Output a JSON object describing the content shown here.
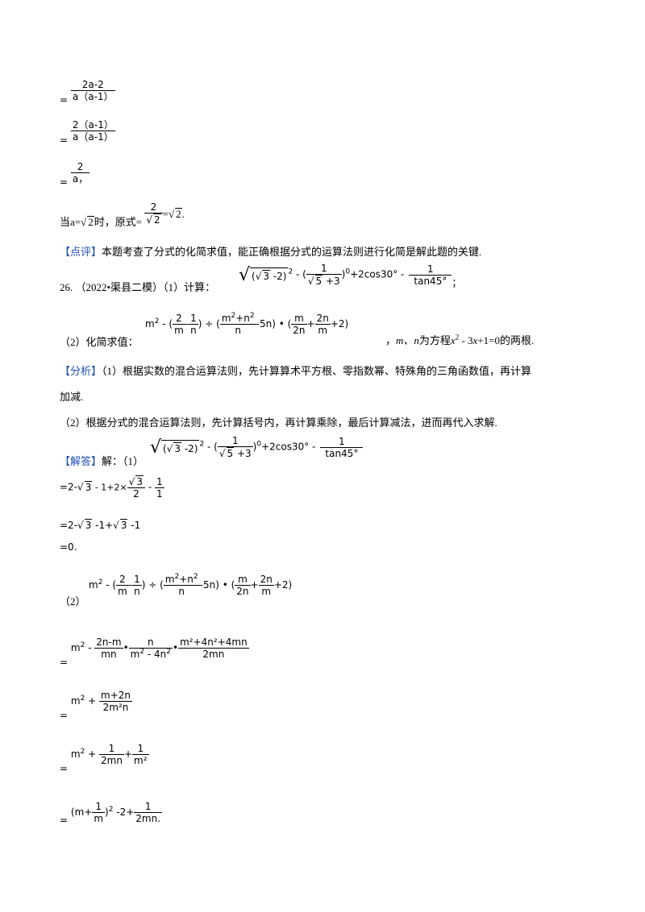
{
  "step1": {
    "eq": "=",
    "num": "2a-2",
    "den": "a（a-1）"
  },
  "step2": {
    "eq": "=",
    "num": "2（a-1）",
    "den": "a（a-1）"
  },
  "step3": {
    "eq": "=",
    "num": "2",
    "den": "a，"
  },
  "sub_line": {
    "prefix": "当a=",
    "rad": "2",
    "mid": "时，原式=",
    "frac_num": "2",
    "frac_den": "2",
    "eq": "=",
    "rad2": "2",
    "end": "."
  },
  "comment": {
    "tag": "【点评】",
    "text": "本题考查了分式的化简求值，能正确根据分式的运算法则进行化简是解此题的关键."
  },
  "q26": {
    "number": "26.",
    "source": "（2022•渠县二模）",
    "part1_label": "（1）计算：",
    "expr1": {
      "inner_open": "(",
      "inner_rad": "3",
      "inner_rest": " -2)",
      "sq": "2",
      "minus": " - (",
      "f_num": "1",
      "f_den_rad": "5",
      "f_den_rest": " +3",
      "close": ")",
      "zero": "0",
      "plus_cos": "+2cos30°  -",
      "t_num": "1",
      "t_den": "tan45°"
    },
    "semicolon": "；",
    "part2_label": "（2）化简求值：",
    "expr2": {
      "m": "m",
      "m_sq": "2",
      "minus_open": " - (",
      "a_num": "2",
      "a_den": "m",
      "dash": "-",
      "b_num": "1",
      "b_den": "n",
      "close_div": ") ÷ (",
      "c_num_m": "m",
      "c_num_sq1": "2",
      "c_num_plus": "+n",
      "c_num_sq2": "2",
      "c_den": "n",
      "minus5n": "-5n) • (",
      "d_num": "m",
      "d_den": "2n",
      "plus": "+",
      "e_num": "2n",
      "e_den": "m",
      "plus2": "+2)"
    },
    "cond_pre": "，",
    "cond_mn": "m、n",
    "cond_mid": "为方程",
    "cond_x": "x",
    "cond_x2": "2",
    "cond_rest": " - 3",
    "cond_x_b": "x",
    "cond_end": "+1=0的两根."
  },
  "analysis": {
    "tag": "【分析】",
    "line1": "（1）根据实数的混合运算法则，先计算算术平方根、零指数幂、特殊角的三角函数值，再计算",
    "line1b": "加减.",
    "line2": "（2）根据分式的混合运算法则，先计算括号内，再计算乘除，最后计算减法，进而再代入求解."
  },
  "solution": {
    "tag": "【解答】",
    "intro": "解：（1）",
    "s1": {
      "eq": "=2-",
      "rad": "3",
      "mid": " - 1+2×",
      "f_num_rad": "3",
      "f_den": "2",
      "dash": " - ",
      "g_num": "1",
      "g_den": "1"
    },
    "s2": {
      "eq": "=2-",
      "rad": "3",
      "mid": " -1+",
      "rad2": "3",
      "end": " -1"
    },
    "s3": "=0.",
    "p2_label": "（2）",
    "r1": {
      "eq": "=",
      "m": "m",
      "sq": "2",
      "minus": " - ",
      "a_num": "2n-m",
      "a_den": "mn",
      "dot": "•",
      "b_num": "n",
      "b_den_m": "m",
      "b_den_sq1": "2",
      "b_den_rest": " - 4n",
      "b_den_sq2": "2",
      "dot2": "•",
      "c_num": "m²+4n²+4mn",
      "c_den": "2mn"
    },
    "r2": {
      "eq": "=",
      "m": "m",
      "sq": "2",
      "plus": " + ",
      "num": "m+2n",
      "den": "2m²n"
    },
    "r3": {
      "eq": "=",
      "m": "m",
      "sq": "2",
      "plus": " + ",
      "a_num": "1",
      "a_den": "2mn",
      "plus2": "+",
      "b_num": "1",
      "b_den": "m²"
    },
    "r4": {
      "eq": "=",
      "open": "(m+",
      "f_num": "1",
      "f_den": "m",
      "close": ")",
      "sq": "2",
      "rest": " -2+",
      "g_num": "1",
      "g_den": "2mn."
    }
  }
}
